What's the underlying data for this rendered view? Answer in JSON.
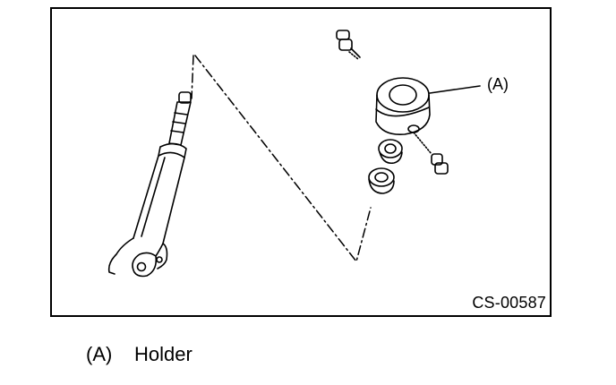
{
  "figure": {
    "code": "CS-00587",
    "callout_label": "(A)"
  },
  "legend": {
    "key": "(A)",
    "description": "Holder"
  }
}
